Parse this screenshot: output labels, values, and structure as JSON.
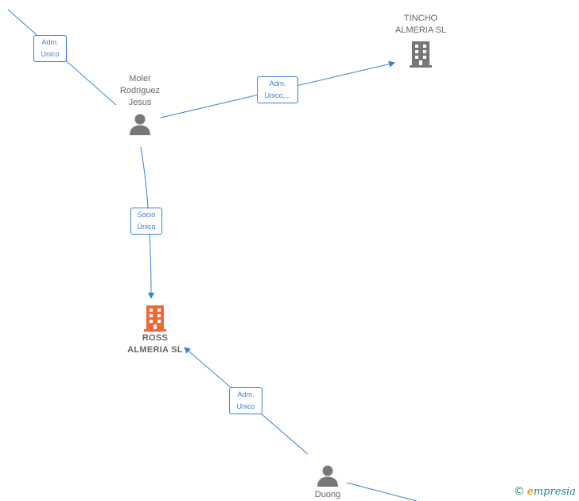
{
  "nodes": {
    "moler": {
      "label": "Moler\nRodriguez\nJesus",
      "type": "person"
    },
    "tincho": {
      "label": "TINCHO\nALMERIA  SL",
      "type": "company"
    },
    "ross": {
      "label": "ROSS\nALMERIA  SL",
      "type": "company-highlight"
    },
    "duong": {
      "label": "Duong",
      "type": "person"
    }
  },
  "edges": {
    "top_left": {
      "label_line1": "Adm.",
      "label_line2": "Unico"
    },
    "moler_tincho": {
      "label_line1": "Adm.",
      "label_line2": "Unico,..."
    },
    "moler_ross": {
      "label_line1": "Socio",
      "label_line2": "Único"
    },
    "duong_ross": {
      "label_line1": "Adm.",
      "label_line2": "Unico"
    }
  },
  "brand": {
    "symbol": "©",
    "initial": "e",
    "rest": "mpresia"
  },
  "colors": {
    "edge": "#3a7fd5",
    "person": "#777777",
    "company": "#777777",
    "highlight": "#f06a35"
  }
}
